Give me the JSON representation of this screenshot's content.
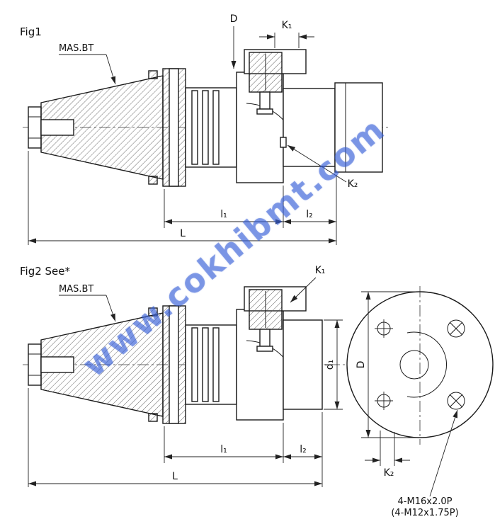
{
  "watermark": {
    "text": "www.cokhibmt.com",
    "color": "#375fd7"
  },
  "fig1": {
    "title": "Fig1",
    "shank_label": "MAS.BT",
    "dims": {
      "D": "D",
      "K1": "K₁",
      "K2": "K₂",
      "l1": "l₁",
      "l2": "l₂",
      "L": "L"
    }
  },
  "fig2": {
    "title": "Fig2 See*",
    "shank_label": "MAS.BT",
    "dims": {
      "K1": "K₁",
      "K2": "K₂",
      "d1": "d₁",
      "D": "D",
      "l1": "l₁",
      "l2": "l₂",
      "L": "L"
    },
    "thread_note_line1": "4-M16x2.0P",
    "thread_note_line2": "(4-M12x1.75P)"
  }
}
